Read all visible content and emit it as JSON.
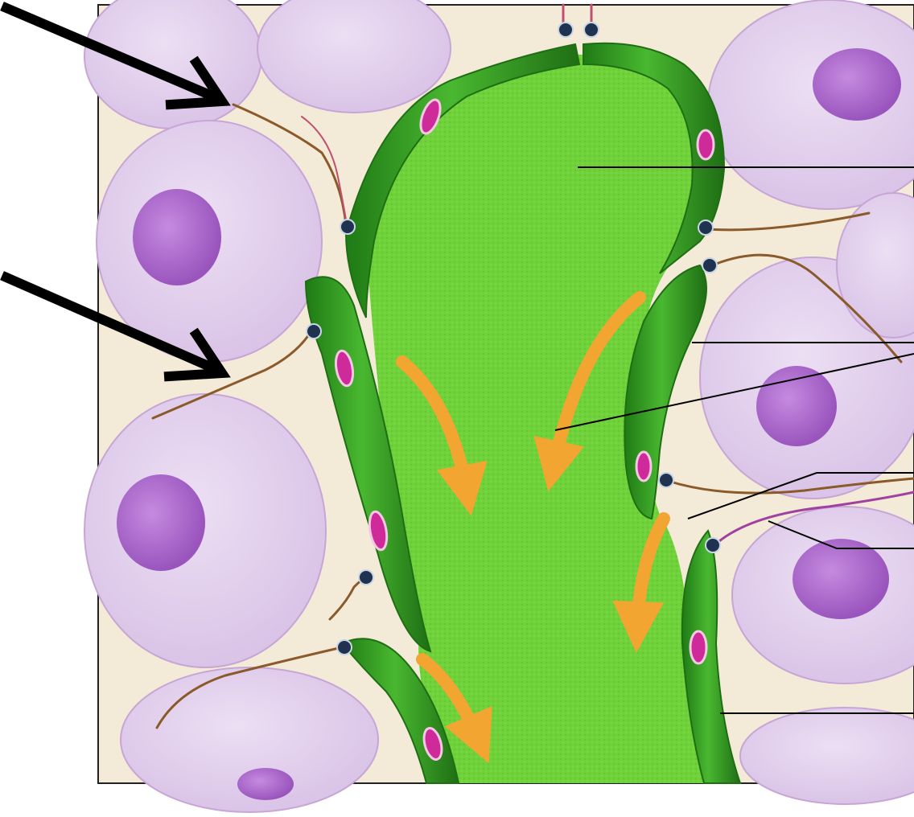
{
  "figure": {
    "description_labels": [],
    "colors": {
      "background_tissue": "#f3ead8",
      "cell_fill": "#e3d2ec",
      "cell_edge": "#c7a6d6",
      "nucleus": "#b172cf",
      "capillary_lumen": "#6fd23a",
      "endothelium": "#2f9a1f",
      "endothelium_dark": "#1f6e14",
      "endothelial_nucleus": "#cf2a9a",
      "flow_arrow": "#f2a530",
      "pointer_arrow": "#000000",
      "leader_line": "#000000",
      "nerve_fiber": "#8a5a2a",
      "junction_knob": "#1f3350"
    },
    "icons": [
      "pointer-arrow",
      "flow-arrow",
      "leader-line",
      "nerve-fiber",
      "junction-knob"
    ],
    "caption": ""
  }
}
